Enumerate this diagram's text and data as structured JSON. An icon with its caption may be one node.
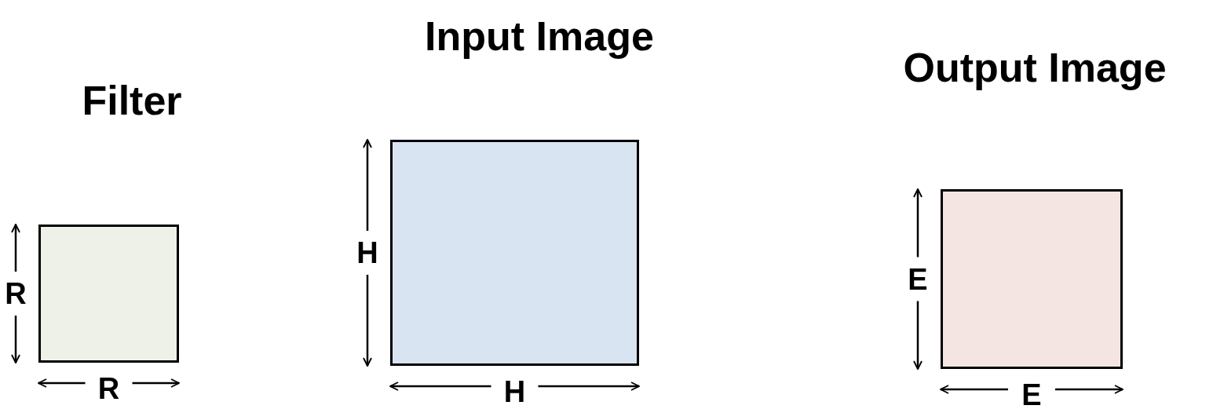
{
  "diagram": {
    "nodes": [
      {
        "text": [
          "Filter"
        ]
      },
      {
        "text": [
          "Input Image"
        ]
      },
      {
        "text": [
          "Output Image"
        ]
      }
    ],
    "labels": [
      "R",
      "R",
      "H",
      "H",
      "E",
      "E"
    ]
  }
}
